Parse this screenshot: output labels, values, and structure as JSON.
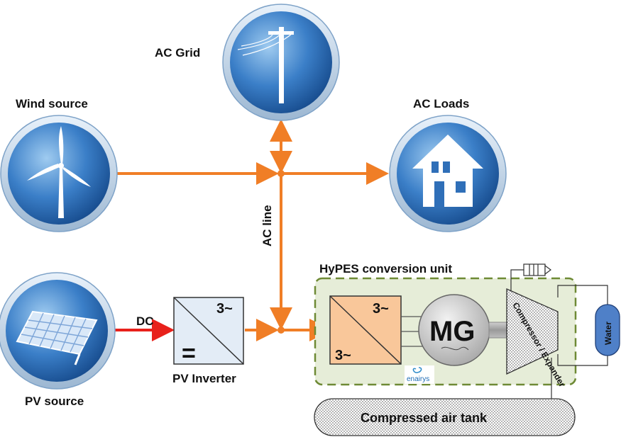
{
  "labels": {
    "ac_grid": "AC Grid",
    "wind_source": "Wind source",
    "ac_loads": "AC Loads",
    "ac_line": "AC line",
    "pv_source": "PV source",
    "dc": "DC",
    "pv_inverter": "PV Inverter",
    "hypes_unit": "HyPES conversion unit",
    "three_phase": "3~",
    "dc_symbol": "=",
    "mg": "MG",
    "compressor_expander": "Compressor / Expander",
    "water": "Water",
    "air_tank": "Compressed air tank",
    "logo": "enairys"
  },
  "colors": {
    "ac_line": "#F07E26",
    "dc_line": "#E8211B",
    "circle_dark": "#1F5FA8",
    "circle_light": "#8EC1EC",
    "hypes_fill": "#E6EDD8",
    "hypes_border": "#6E8A35",
    "converter_fill": "#F9C79A",
    "inverter_fill": "#E3ECF6",
    "water_fill": "#4F80C8"
  },
  "icons": {
    "grid": "utility-pole-icon",
    "wind": "wind-turbine-icon",
    "loads": "house-icon",
    "pv": "solar-panel-icon"
  }
}
